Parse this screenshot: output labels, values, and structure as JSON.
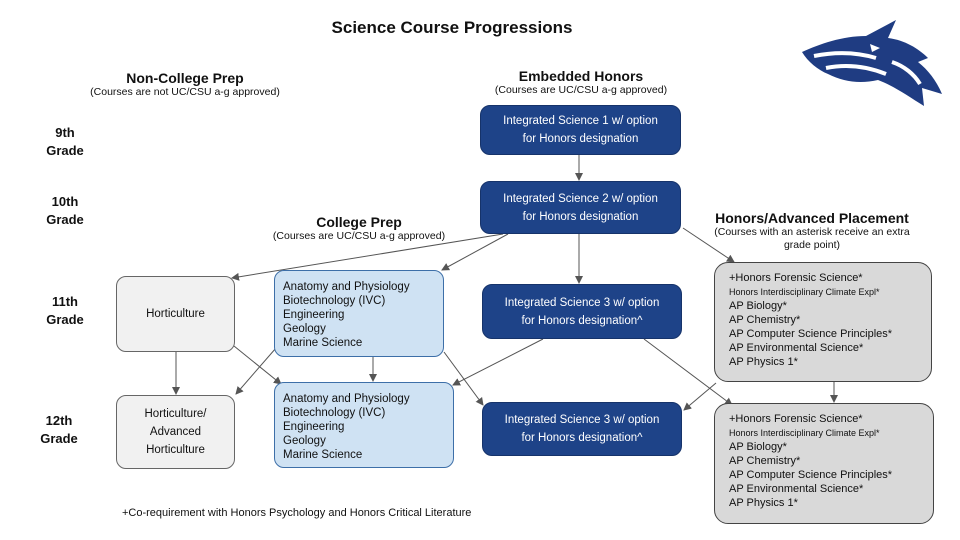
{
  "title": "Science Course Progressions",
  "columns": {
    "non_college_prep": {
      "title": "Non-College Prep",
      "subtitle": "(Courses are not UC/CSU a-g approved)"
    },
    "embedded_honors": {
      "title": "Embedded Honors",
      "subtitle": "(Courses are UC/CSU a-g approved)"
    },
    "college_prep": {
      "title": "College Prep",
      "subtitle": "(Courses are UC/CSU a-g approved)"
    },
    "honors_ap": {
      "title": "Honors/Advanced Placement",
      "subtitle_line1": "(Courses with an asterisk receive an extra",
      "subtitle_line2": "grade point)"
    }
  },
  "grades": [
    {
      "line1": "9th",
      "line2": "Grade"
    },
    {
      "line1": "10th",
      "line2": "Grade"
    },
    {
      "line1": "11th",
      "line2": "Grade"
    },
    {
      "line1": "12th",
      "line2": "Grade"
    }
  ],
  "boxes": {
    "is1": {
      "line1": "Integrated Science 1 w/ option",
      "line2": "for Honors designation"
    },
    "is2": {
      "line1": "Integrated Science 2 w/ option",
      "line2": "for Honors designation"
    },
    "is3_11": {
      "line1": "Integrated Science 3 w/ option",
      "line2": "for Honors designation^"
    },
    "is3_12": {
      "line1": "Integrated Science 3 w/ option",
      "line2": "for Honors designation^"
    },
    "hort_11": {
      "line1": "Horticulture"
    },
    "hort_12": {
      "line1": "Horticulture/",
      "line2": "Advanced",
      "line3": "Horticulture"
    },
    "cp_11": {
      "items": [
        "Anatomy and Physiology",
        "Biotechnology (IVC)",
        "Engineering",
        "Geology",
        "Marine Science"
      ]
    },
    "cp_12": {
      "items": [
        "Anatomy and Physiology",
        "Biotechnology (IVC)",
        "Engineering",
        "Geology",
        "Marine Science"
      ]
    },
    "ap_11": {
      "items": [
        "+Honors Forensic Science*",
        "Honors Interdisciplinary Climate Expl*",
        "AP Biology*",
        "AP Chemistry*",
        "AP Computer Science Principles*",
        "AP Environmental Science*",
        "AP Physics 1*"
      ]
    },
    "ap_12": {
      "items": [
        "+Honors Forensic Science*",
        "Honors Interdisciplinary Climate Expl*",
        "AP Biology*",
        "AP Chemistry*",
        "AP Computer Science Principles*",
        "AP Environmental Science*",
        "AP Physics 1*"
      ]
    }
  },
  "footnote": "+Co-requirement with Honors Psychology and Honors Critical Literature",
  "colors": {
    "dark_box": "#1e4388",
    "college_prep_box": "#cfe2f3",
    "non_college_box": "#f1f1f1",
    "honors_box": "#d9d9d9",
    "arrow": "#555555",
    "logo": "#1f3c82"
  },
  "logo_icon": "wolf-head-logo-icon"
}
